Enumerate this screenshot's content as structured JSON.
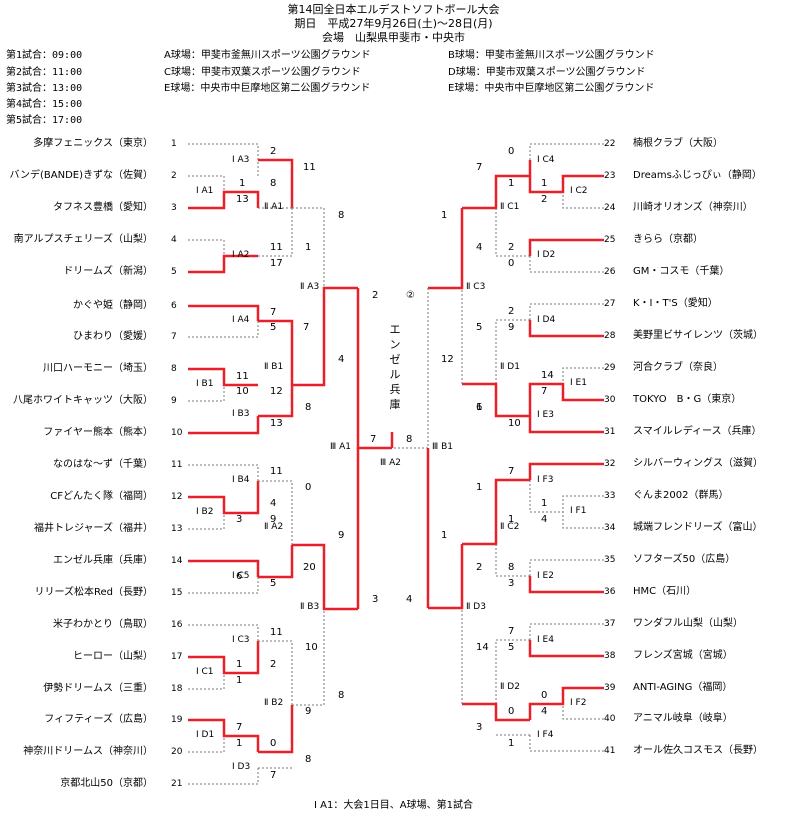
{
  "header": {
    "title": "第14回全日本エルデストソフトボール大会",
    "period": "期日　平成27年9月26日(土)〜28日(月)",
    "venue": "会場　山梨県甲斐市・中央市"
  },
  "schedule": [
    "第1試合：09:00",
    "第2試合：11:00",
    "第3試合：13:00",
    "第4試合：15:00",
    "第5試合：17:00"
  ],
  "fields_left": [
    "A球場：甲斐市釜無川スポーツ公園グラウンド",
    "C球場：甲斐市双葉スポーツ公園グラウンド",
    "E球場：中央市中巨摩地区第二公園グラウンド"
  ],
  "fields_right": [
    "B球場：甲斐市釜無川スポーツ公園グラウンド",
    "D球場：甲斐市双葉スポーツ公園グラウンド",
    "E球場：中央市中巨摩地区第二公園グラウンド"
  ],
  "teams_left": [
    {
      "num": "1",
      "name": "多摩フェニックス（東京）"
    },
    {
      "num": "2",
      "name": "バンデ(BANDE)きずな（佐賀）"
    },
    {
      "num": "3",
      "name": "タフネス豊橋（愛知）"
    },
    {
      "num": "4",
      "name": "南アルプスチェリーズ（山梨）"
    },
    {
      "num": "5",
      "name": "ドリームズ（新潟）"
    },
    {
      "num": "6",
      "name": "かぐや姫（静岡）"
    },
    {
      "num": "7",
      "name": "ひまわり（愛媛）"
    },
    {
      "num": "8",
      "name": "川口ハーモニー（埼玉）"
    },
    {
      "num": "9",
      "name": "八尾ホワイトキャッツ（大阪）"
    },
    {
      "num": "10",
      "name": "ファイヤー熊本（熊本）"
    },
    {
      "num": "11",
      "name": "なのはな〜ず（千葉）"
    },
    {
      "num": "12",
      "name": "CFどんたく隊（福岡）"
    },
    {
      "num": "13",
      "name": "福井トレジャーズ（福井）"
    },
    {
      "num": "14",
      "name": "エンゼル兵庫（兵庫）"
    },
    {
      "num": "15",
      "name": "リリーズ松本Red（長野）"
    },
    {
      "num": "16",
      "name": "米子わかとり（鳥取）"
    },
    {
      "num": "17",
      "name": "ヒーロー（山梨）"
    },
    {
      "num": "18",
      "name": "伊勢ドリームス（三重）"
    },
    {
      "num": "19",
      "name": "フィフティーズ（広島）"
    },
    {
      "num": "20",
      "name": "神奈川ドリームス（神奈川）"
    },
    {
      "num": "21",
      "name": "京都北山50（京都）"
    }
  ],
  "teams_right": [
    {
      "num": "22",
      "name": "楠根クラブ（大阪）"
    },
    {
      "num": "23",
      "name": "Dreamsふじっぴぃ（静岡）"
    },
    {
      "num": "24",
      "name": "川崎オリオンズ（神奈川）"
    },
    {
      "num": "25",
      "name": "きらら（京都）"
    },
    {
      "num": "26",
      "name": "GM・コスモ（千葉）"
    },
    {
      "num": "27",
      "name": "K・I・T'S（愛知）"
    },
    {
      "num": "28",
      "name": "美野里ビサイレンツ（茨城）"
    },
    {
      "num": "29",
      "name": "河合クラブ（奈良）"
    },
    {
      "num": "30",
      "name": "TOKYO　B・G（東京）"
    },
    {
      "num": "31",
      "name": "スマイルレディース（兵庫）"
    },
    {
      "num": "32",
      "name": "シルバーウィングス（滋賀）"
    },
    {
      "num": "33",
      "name": "ぐんま2002（群馬）"
    },
    {
      "num": "34",
      "name": "城端フレンドリーズ（富山）"
    },
    {
      "num": "35",
      "name": "ソフターズ50（広島）"
    },
    {
      "num": "36",
      "name": "HMC（石川）"
    },
    {
      "num": "37",
      "name": "ワンダフル山梨（山梨）"
    },
    {
      "num": "38",
      "name": "フレンズ宮城（宮城）"
    },
    {
      "num": "39",
      "name": "ANTI-AGING（福岡）"
    },
    {
      "num": "40",
      "name": "アニマル岐阜（岐阜）"
    },
    {
      "num": "41",
      "name": "オール佐久コスモス（長野）"
    }
  ],
  "match_labels": [
    "Ⅰ A1",
    "Ⅰ A2",
    "Ⅰ A3",
    "Ⅰ A4",
    "Ⅰ B1",
    "Ⅰ B2",
    "Ⅰ B3",
    "Ⅰ B4",
    "Ⅰ C1",
    "Ⅰ C3",
    "Ⅰ C5",
    "Ⅰ D1",
    "Ⅰ D3",
    "Ⅱ A1",
    "Ⅱ A2",
    "Ⅱ A3",
    "Ⅱ B1",
    "Ⅱ B2",
    "Ⅱ B3",
    "Ⅲ A1",
    "Ⅲ A2",
    "Ⅰ C4",
    "Ⅰ C2",
    "Ⅰ D2",
    "Ⅰ D4",
    "Ⅰ E1",
    "Ⅰ E3",
    "Ⅰ F3",
    "Ⅰ F1",
    "Ⅰ E2",
    "Ⅰ E4",
    "Ⅰ F2",
    "Ⅰ F4",
    "Ⅱ C1",
    "Ⅱ C2",
    "Ⅱ C3",
    "Ⅱ D1",
    "Ⅱ D2",
    "Ⅱ D3",
    "Ⅲ B1"
  ],
  "scores": [
    "2",
    "8",
    "11",
    "1",
    "13",
    "8",
    "11",
    "17",
    "1",
    "7",
    "5",
    "7",
    "11",
    "10",
    "12",
    "13",
    "8",
    "4",
    "11",
    "4",
    "0",
    "3",
    "9",
    "6",
    "20",
    "5",
    "9",
    "11",
    "10",
    "1",
    "2",
    "1",
    "9",
    "8",
    "7",
    "1",
    "0",
    "7",
    "8",
    "7",
    "8",
    "3",
    "4",
    "2",
    "②",
    "7",
    "0",
    "1",
    "1",
    "2",
    "4",
    "2",
    "0",
    "1",
    "5",
    "2",
    "9",
    "12",
    "14",
    "7",
    "1",
    "10",
    "6",
    "7",
    "1",
    "1",
    "4",
    "1",
    "2",
    "8",
    "3",
    "1",
    "14",
    "7",
    "5",
    "0",
    "4",
    "0",
    "1",
    "3"
  ],
  "bracket_center_text": "エンゼル兵庫",
  "legend": "Ⅰ A1：大会1日目、A球場、第1試合"
}
